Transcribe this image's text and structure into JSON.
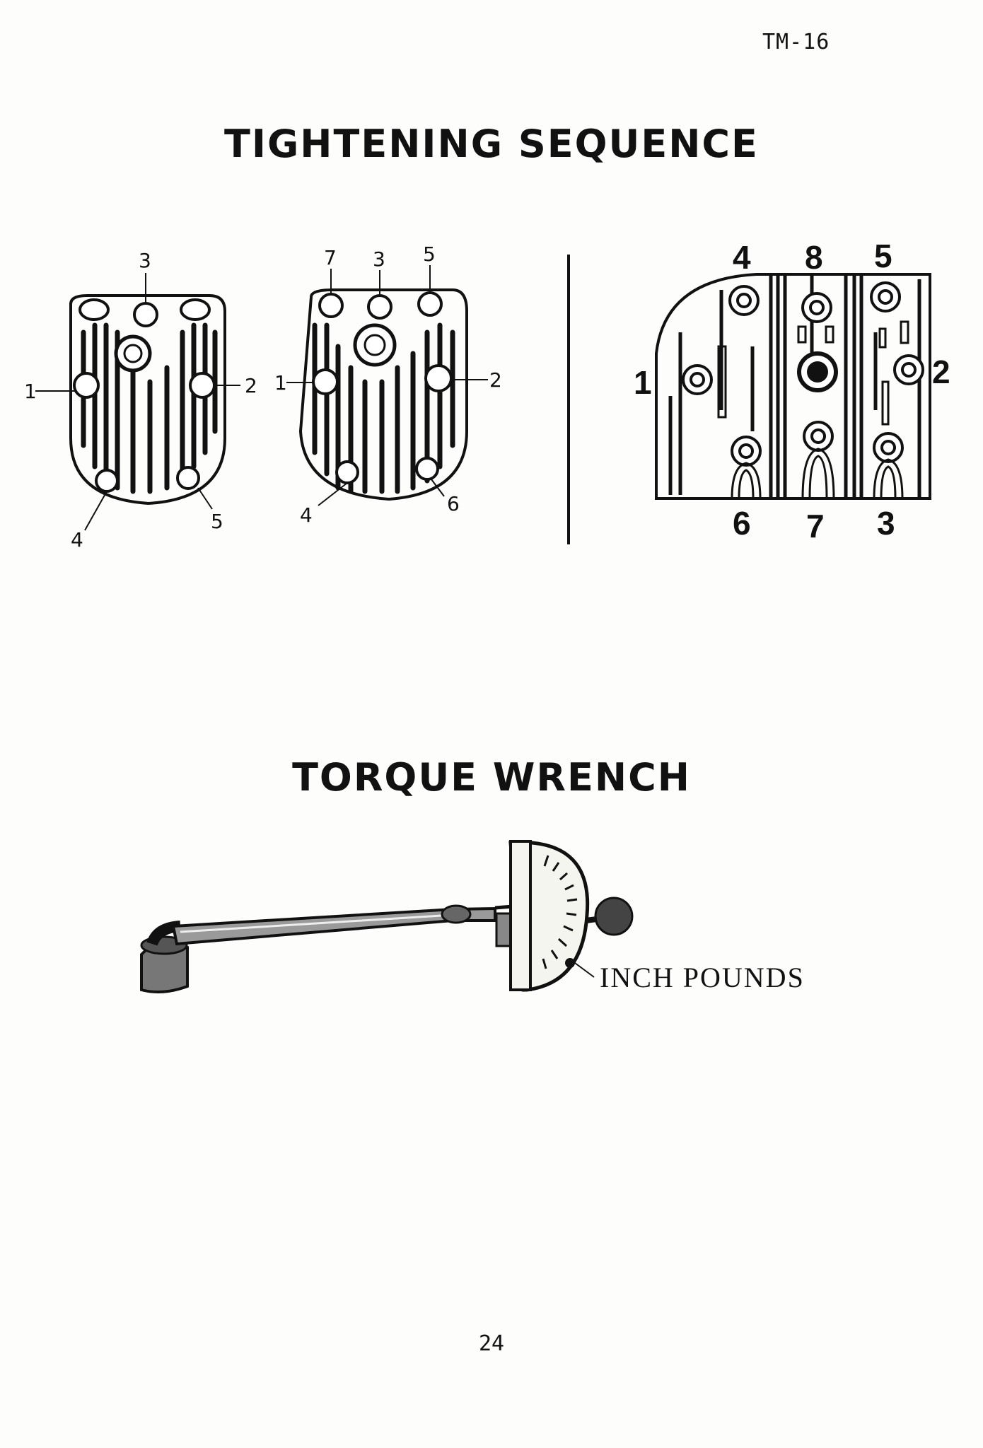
{
  "header": {
    "code": "TM-16"
  },
  "sections": {
    "tightening_title": "TIGHTENING SEQUENCE",
    "torque_title": "TORQUE WRENCH"
  },
  "figure_left": {
    "labels": [
      "3",
      "1",
      "2",
      "4",
      "5"
    ]
  },
  "figure_middle": {
    "labels": [
      "7",
      "3",
      "5",
      "1",
      "2",
      "4",
      "6"
    ]
  },
  "figure_right": {
    "labels": [
      "4",
      "8",
      "5",
      "1",
      "2",
      "6",
      "7",
      "3"
    ]
  },
  "wrench": {
    "dial_label": "INCH POUNDS"
  },
  "footer": {
    "page_number": "24"
  }
}
